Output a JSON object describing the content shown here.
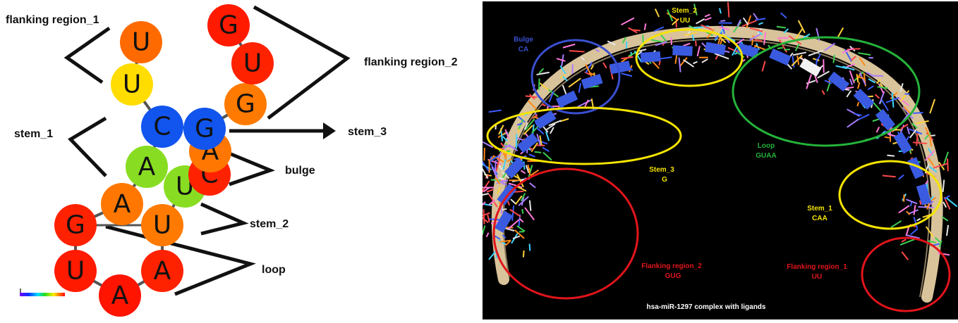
{
  "left": {
    "labels": {
      "flanking_region_1": "flanking region_1",
      "flanking_region_2": "flanking region_2",
      "stem_1": "stem_1",
      "stem_3": "stem_3",
      "bulge": "bulge",
      "stem_2": "stem_2",
      "loop": "loop"
    },
    "nucleotides": [
      {
        "base": "U",
        "color": "#ff6a00"
      },
      {
        "base": "U",
        "color": "#ffdd00"
      },
      {
        "base": "C",
        "color": "#1155ee"
      },
      {
        "base": "A",
        "color": "#88dd22"
      },
      {
        "base": "A",
        "color": "#ff7700"
      },
      {
        "base": "G",
        "color": "#ff2200"
      },
      {
        "base": "U",
        "color": "#ff1a00"
      },
      {
        "base": "A",
        "color": "#ff1400"
      },
      {
        "base": "A",
        "color": "#ff2200"
      },
      {
        "base": "U",
        "color": "#ff7a00"
      },
      {
        "base": "U",
        "color": "#88dd22"
      },
      {
        "base": "C",
        "color": "#ff2200"
      },
      {
        "base": "A",
        "color": "#ff7700"
      },
      {
        "base": "G",
        "color": "#1155ee"
      },
      {
        "base": "G",
        "color": "#ff7a00"
      },
      {
        "base": "U",
        "color": "#ff2200"
      },
      {
        "base": "G",
        "color": "#ff1a00"
      }
    ]
  },
  "right": {
    "regions": [
      {
        "name": "Stem_2",
        "seq": "UU",
        "color": "#f5e400"
      },
      {
        "name": "Bulge",
        "seq": "CA",
        "color": "#3a4fd0"
      },
      {
        "name": "Loop",
        "seq": "GUAA",
        "color": "#25b33a"
      },
      {
        "name": "Stem_3",
        "seq": "G",
        "color": "#f5e400"
      },
      {
        "name": "Stem_1",
        "seq": "CAA",
        "color": "#f5e400"
      },
      {
        "name": "Flanking region_2",
        "seq": "GUG",
        "color": "#e0151b"
      },
      {
        "name": "Flanking region_1",
        "seq": "UU",
        "color": "#e0151b"
      }
    ],
    "caption": "hsa-miR-1297 complex with ligands"
  }
}
